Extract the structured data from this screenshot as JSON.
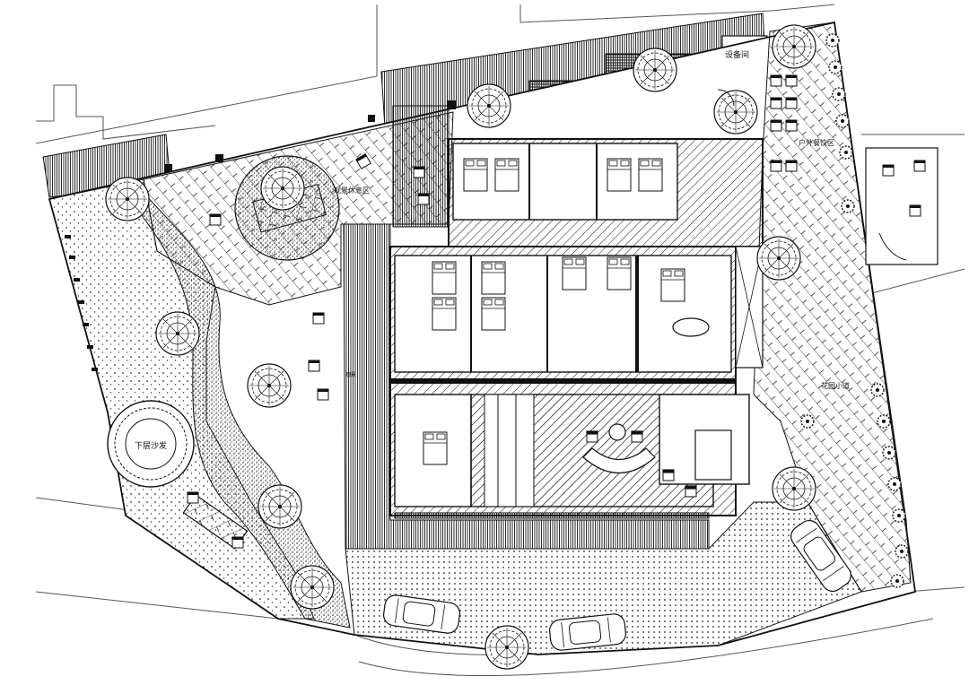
{
  "labels": {
    "equipment_room": "设备间",
    "lower_sofa": "下层沙发",
    "garden_path": "花园小道",
    "outdoor_dining": "户外餐饮区",
    "viewing_deck": "观景休息区",
    "corridor_sign": "观景"
  },
  "colors": {
    "line": "#111111",
    "paper": "#ffffff"
  }
}
